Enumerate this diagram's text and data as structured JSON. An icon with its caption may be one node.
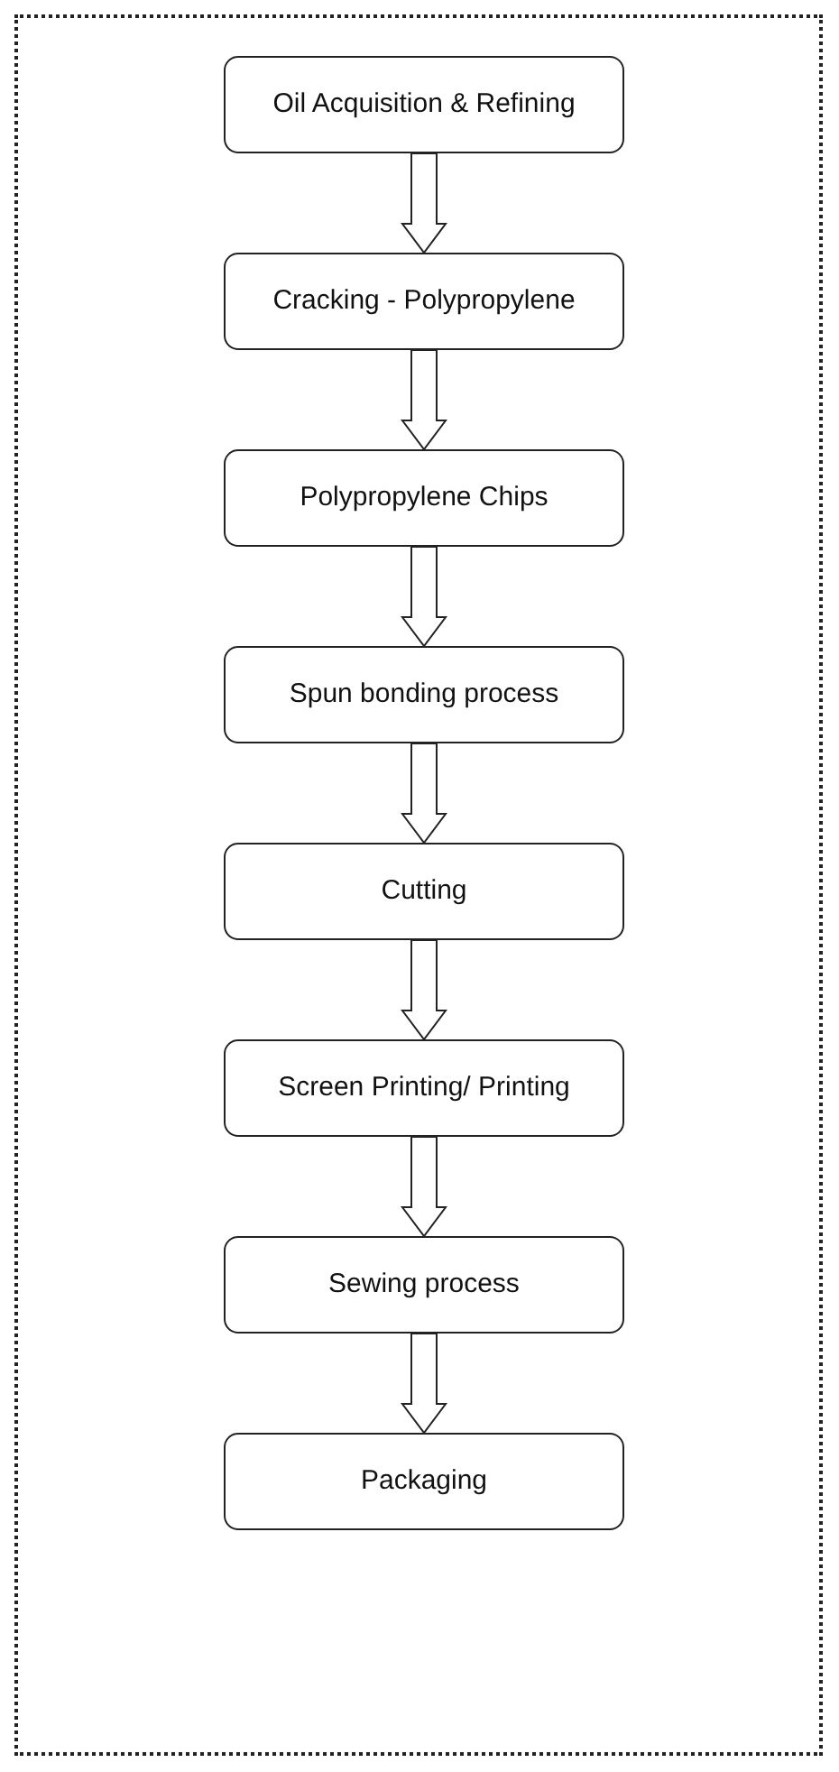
{
  "diagram": {
    "nodes": [
      {
        "text": [
          "Oil Acquisition & Refining"
        ]
      },
      {
        "text": [
          "Cracking - Polypropylene"
        ]
      },
      {
        "text": [
          "Polypropylene Chips"
        ]
      },
      {
        "text": [
          "Spun bonding process"
        ]
      },
      {
        "text": [
          "Cutting"
        ]
      },
      {
        "text": [
          "Screen Printing/ Printing"
        ]
      },
      {
        "text": [
          "Sewing process"
        ]
      },
      {
        "text": [
          "Packaging"
        ]
      }
    ],
    "edges": [
      {
        "from": 0,
        "to": 1,
        "arrow": "to"
      },
      {
        "from": 1,
        "to": 2,
        "arrow": "to"
      },
      {
        "from": 2,
        "to": 3,
        "arrow": "to"
      },
      {
        "from": 3,
        "to": 4,
        "arrow": "to"
      },
      {
        "from": 4,
        "to": 5,
        "arrow": "to"
      },
      {
        "from": 5,
        "to": 6,
        "arrow": "to"
      },
      {
        "from": 6,
        "to": 7,
        "arrow": "to"
      }
    ]
  }
}
